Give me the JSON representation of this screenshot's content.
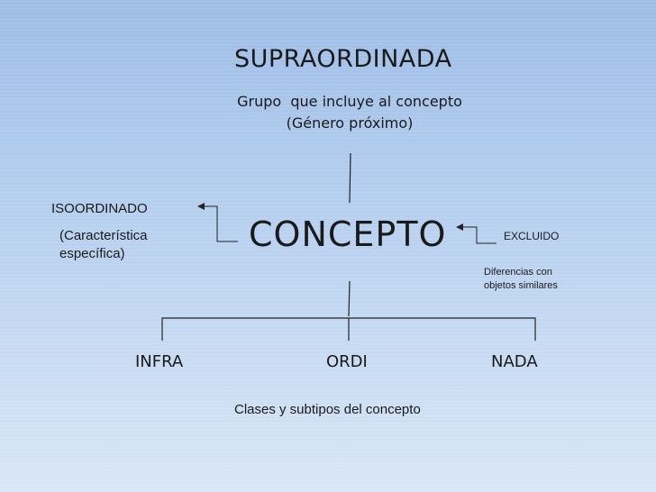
{
  "diagram": {
    "supraordinada": "SUPRAORDINADA",
    "grupo_line1": "Grupo  que incluye al concepto",
    "grupo_line2": "(Género próximo)",
    "concepto": "CONCEPTO",
    "isoordinado": "ISOORDINADO",
    "caracteristica_line1": "(Característica",
    "caracteristica_line2": "específica)",
    "excluido": "EXCLUIDO",
    "diferencias_line1": "Diferencias con",
    "diferencias_line2": "objetos similares",
    "infra": "INFRA",
    "ordi": "ORDI",
    "nada": "NADA",
    "clases": "Clases y subtipos del concepto"
  },
  "colors": {
    "background_top": "#9dbde6",
    "background_bottom": "#d9e6f6",
    "line": "#222222"
  }
}
